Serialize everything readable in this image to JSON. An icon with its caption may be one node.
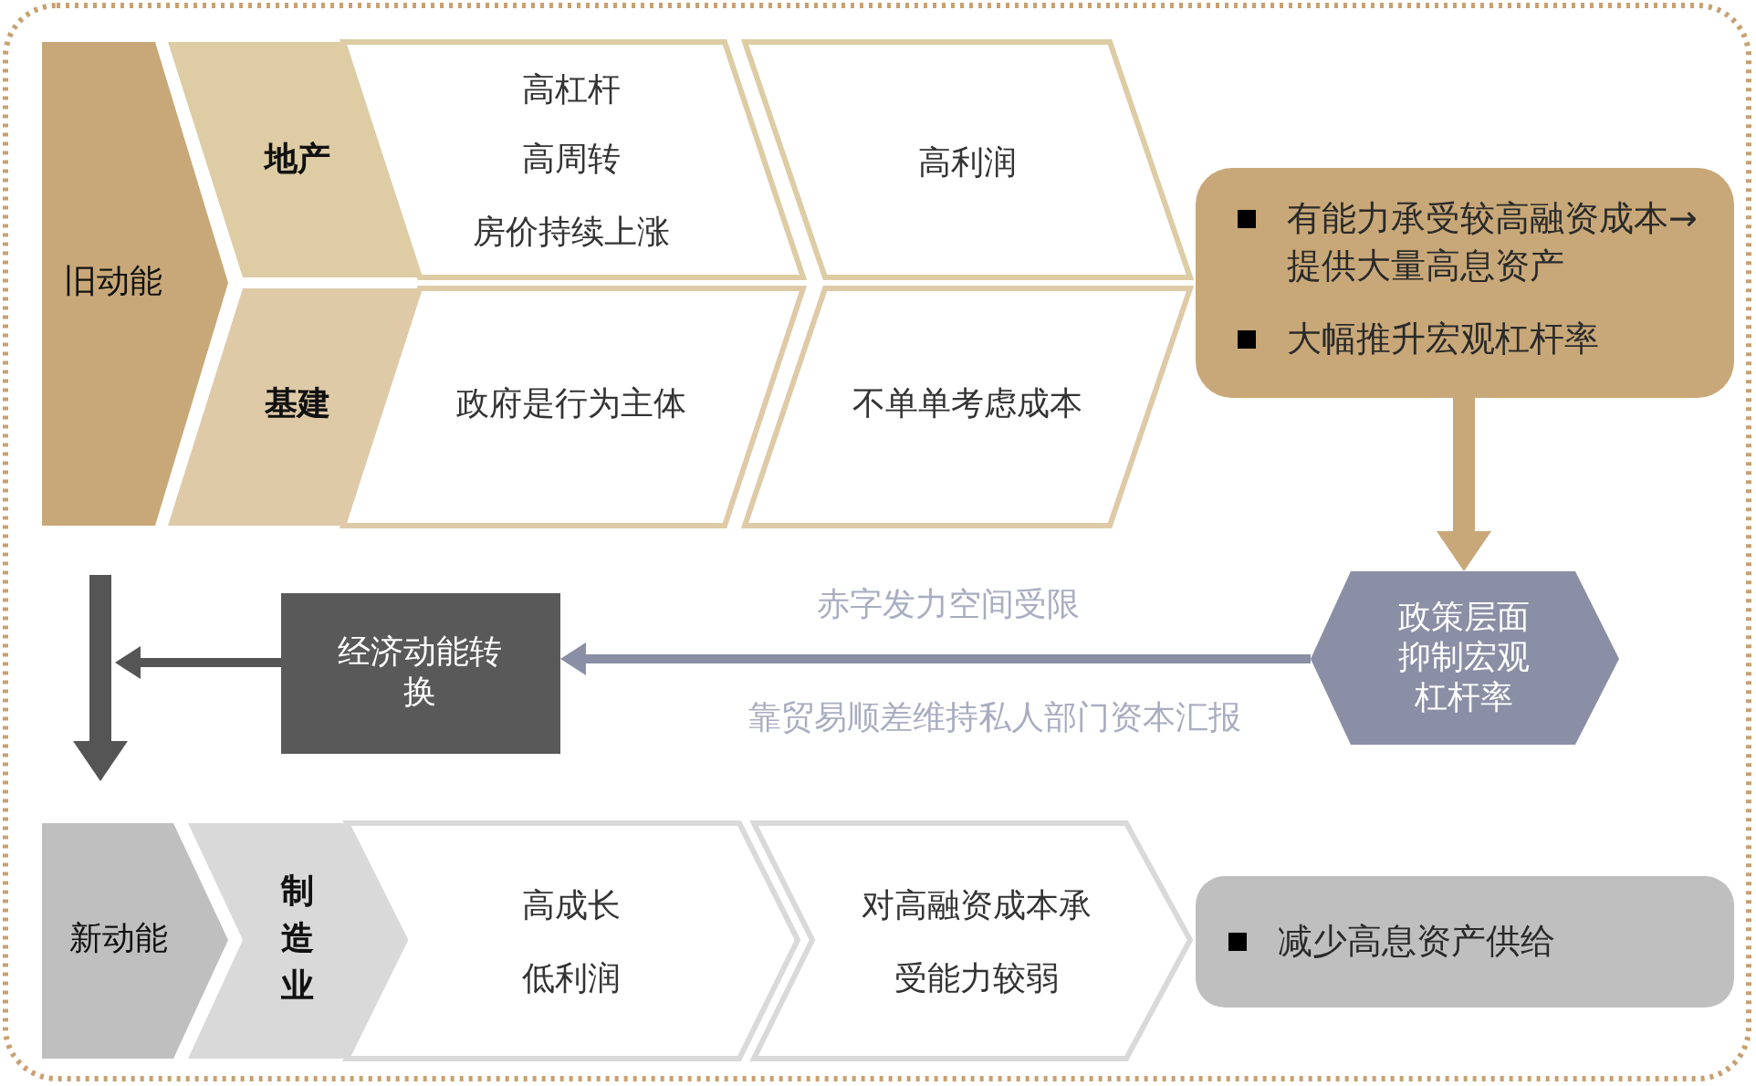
{
  "diagram": {
    "nodes": [
      {
        "text": [
          "旧动能"
        ]
      },
      {
        "text": [
          "地产"
        ]
      },
      {
        "text": [
          "高杠杆",
          "高周转",
          "房价持续上涨"
        ]
      },
      {
        "text": [
          "高利润"
        ]
      },
      {
        "text": [
          "基建"
        ]
      },
      {
        "text": [
          "政府是行为主体"
        ]
      },
      {
        "text": [
          "不单单考虑成本"
        ]
      },
      {
        "text": [
          "有能力承受较高融资成本→提供大量高息资产",
          "大幅推升宏观杠杆率"
        ]
      },
      {
        "text": [
          "政策层面抑制宏观杠杆率"
        ]
      },
      {
        "text": [
          "经济动能转换"
        ]
      },
      {
        "text": [
          "新动能"
        ]
      },
      {
        "text": [
          "制造业"
        ]
      },
      {
        "text": [
          "高成长",
          "低利润"
        ]
      },
      {
        "text": [
          "对高融资成本承受能力较弱"
        ]
      },
      {
        "text": [
          "减少高息资产供给"
        ]
      }
    ],
    "edges": [
      {
        "from": 7,
        "to": 8,
        "arrow": "to",
        "style": "thick",
        "color": "#c8a878"
      },
      {
        "from": 8,
        "to": 9,
        "arrow": "to",
        "label": "赤字发力空间受限",
        "color": "#8a8fa5"
      },
      {
        "from": 9,
        "to": null,
        "arrow": "to"
      },
      {
        "from": 0,
        "to": 10,
        "arrow": "to",
        "style": "thick"
      }
    ],
    "labels": [
      "靠贸易顺差维持私人部门资本汇报"
    ]
  }
}
